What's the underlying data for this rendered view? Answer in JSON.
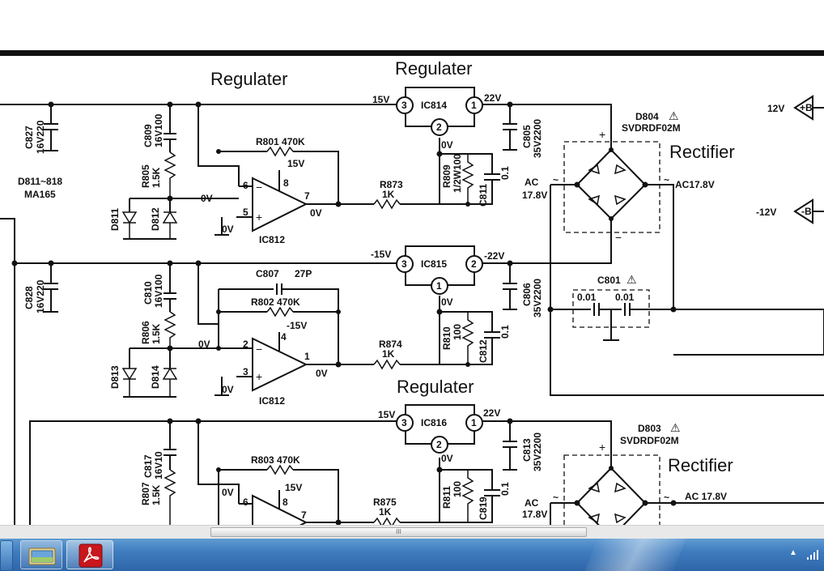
{
  "schematic": {
    "top_regulater_label": "Regulater",
    "regulater_label_1": "Regulater",
    "regulater_label_2": "Regulater",
    "rectifier_label_1": "Rectifier",
    "rectifier_label_2": "Rectifier",
    "components": {
      "c827": "C827",
      "c827_val": "16V220",
      "c828": "C828",
      "c828_val": "16V220",
      "c809": "C809",
      "c809_val": "16V100",
      "c810": "C810",
      "c810_val": "16V100",
      "c817": "C817",
      "c817_val": "16V10",
      "r805": "R805",
      "r805_val": "1.5K",
      "r806": "R806",
      "r806_val": "1.5K",
      "r807": "R807",
      "r807_val": "1.5K",
      "d811_818": "D811~818",
      "ma165": "MA165",
      "d811": "D811",
      "d812": "D812",
      "d813": "D813",
      "d814": "D814",
      "r801": "R801 470K",
      "r802": "R802 470K",
      "r803": "R803 470K",
      "c807": "C807",
      "c807_val": "27P",
      "ic812_a": "IC812",
      "ic812_b": "IC812",
      "r873": "R873",
      "r873_val": "1K",
      "r874": "R874",
      "r874_val": "1K",
      "r875": "R875",
      "r875_val": "1K",
      "r809": "R809",
      "r809_val": "1/2W100",
      "r810": "R810",
      "r810_val": "100",
      "r811": "R811",
      "r811_val": "100",
      "c811": "C811",
      "c811_val": "0.1",
      "c812": "C812",
      "c812_val": "0.1",
      "c819": "C819",
      "c819_val": "0.1",
      "ic814": "IC814",
      "ic815": "IC815",
      "ic816": "IC816",
      "c805": "C805",
      "c805_val": "35V2200",
      "c806": "C806",
      "c806_val": "35V2200",
      "c813": "C813",
      "c813_val": "35V2200",
      "d804": "D804",
      "d804_part": "SVDRDF02M",
      "d803": "D803",
      "d803_part": "SVDRDF02M",
      "c801": "C801",
      "c801_val_a": "0.01",
      "c801_val_b": "0.01"
    },
    "voltages": {
      "v15_in_1": "15V",
      "v22_out_1": "22V",
      "vneg15_in": "-15V",
      "vneg22_out": "-22V",
      "v15_in_3": "15V",
      "v22_out_3": "22V",
      "ov": "0V",
      "v15": "15V",
      "vneg15": "-15V",
      "ac": "AC",
      "ac_178": "17.8V",
      "ac178_right": "AC17.8V",
      "ac178_right_2": "AC 17.8V",
      "plus_12v": "12V",
      "minus_12v": "-12V",
      "conn_b_plus": "+B",
      "conn_b_minus": "-B"
    },
    "pins": {
      "p1": "1",
      "p2": "2",
      "p3": "3",
      "p4": "4",
      "p5": "5",
      "p6": "6",
      "p7": "7",
      "p8": "8"
    },
    "tilde": "~",
    "plus": "+",
    "minus": "−"
  },
  "scrollbar": {
    "thumb_grip": "III"
  },
  "taskbar": {
    "tray_arrow": "▲"
  }
}
